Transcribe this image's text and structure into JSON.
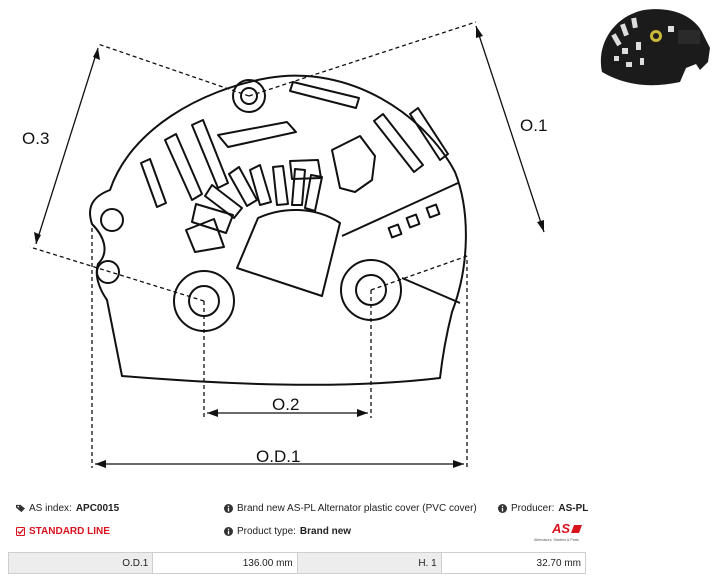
{
  "diagram": {
    "labels": {
      "o3": "O.3",
      "o1": "O.1",
      "o2": "O.2",
      "od1": "O.D.1"
    }
  },
  "info": {
    "as_index_label": "AS index:",
    "as_index_value": "APC0015",
    "line": "STANDARD LINE",
    "description": "Brand new AS-PL Alternator plastic cover (PVC cover)",
    "product_type_label": "Product type:",
    "product_type_value": "Brand new",
    "producer_label": "Producer:",
    "producer_value": "AS-PL"
  },
  "logo": {
    "text": "AS",
    "tagline": "Alternators, Starters & Parts",
    "color": "#d9141f"
  },
  "specs": [
    {
      "label": "O.D.1",
      "value": "136.00 mm"
    },
    {
      "label": "H. 1",
      "value": "32.70 mm"
    }
  ],
  "icons": [
    "tag-icon",
    "checkbox-icon",
    "info-icon"
  ]
}
